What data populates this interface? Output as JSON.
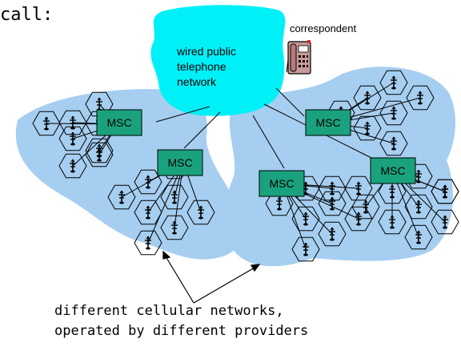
{
  "heading": "call:",
  "cloud": {
    "label_lines": [
      "wired public",
      "telephone",
      "network"
    ],
    "color": "#00f0f8"
  },
  "correspondent": {
    "label": "correspondent",
    "icon": "telephone-icon"
  },
  "msc": {
    "label": "MSC",
    "color": "#1aa27e"
  },
  "cell_icon": "antenna-icon",
  "region_color": "#a6cef0",
  "caption_lines": [
    "different cellular networks,",
    "operated by different providers"
  ]
}
